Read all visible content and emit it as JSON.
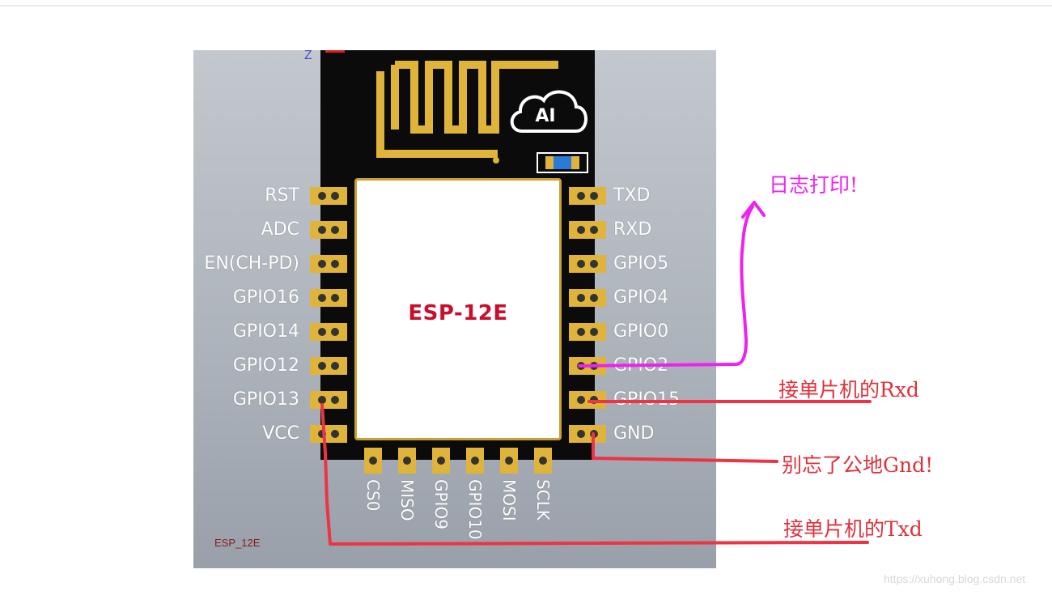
{
  "module": {
    "chip_label": "ESP-12E",
    "footprint_name": "ESP_12E",
    "logo_text": "AI",
    "axis_label": "Z",
    "left_pins": [
      "RST",
      "ADC",
      "EN(CH-PD)",
      "GPIO16",
      "GPIO14",
      "GPIO12",
      "GPIO13",
      "VCC"
    ],
    "right_pins": [
      "TXD",
      "RXD",
      "GPIO5",
      "GPIO4",
      "GPIO0",
      "GPIO2",
      "GPIO15",
      "GND"
    ],
    "bottom_pins": [
      "CS0",
      "MISO",
      "GPIO9",
      "GPIO10",
      "MOSI",
      "SCLK"
    ]
  },
  "annotations": {
    "log_print": "日志打印!",
    "to_mcu_rxd": "接单片机的Rxd",
    "common_gnd": "别忘了公地Gnd!",
    "to_mcu_txd": "接单片机的Txd"
  },
  "colors": {
    "log_line": "#ee22ee",
    "wire": "#ee3344",
    "pad_gold": "#e0b43a",
    "chip_label": "#c8102e"
  },
  "watermark": "https://xuhong.blog.csdn.net"
}
